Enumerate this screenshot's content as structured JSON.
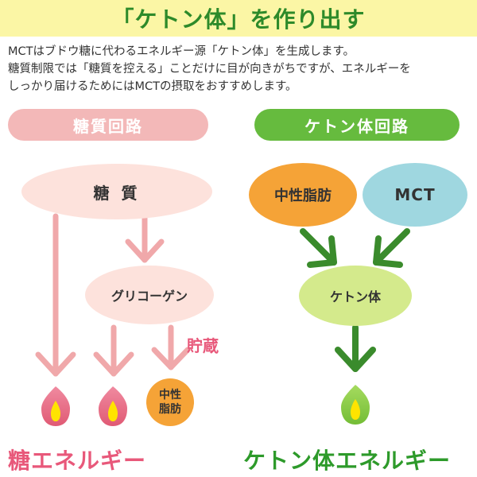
{
  "title": "「ケトン体」を作り出す",
  "intro_lines": [
    "MCTはブドウ糖に代わるエネルギー源「ケトン体」を生成します。",
    "糖質制限では「糖質を控える」ことだけに目が向きがちですが、エネルギーを",
    "しっかり届けるためにはMCTの摂取をおすすめします。"
  ],
  "left_circuit": {
    "header": "糖質回路",
    "sugar": "糖 質",
    "glycogen": "グリコーゲン",
    "storage": "貯蔵",
    "fat_line1": "中性",
    "fat_line2": "脂肪",
    "result": "糖エネルギー"
  },
  "right_circuit": {
    "header": "ケトン体回路",
    "fat": "中性脂肪",
    "mct": "MCT",
    "ketone": "ケトン体",
    "result": "ケトン体エネルギー"
  },
  "colors": {
    "title_bg": "#fbf6a5",
    "title_text": "#2d8a2a",
    "pink_header": "#f3b8b8",
    "pink_oval": "#fde2dc",
    "pink_text": "#e8587a",
    "pink_arrow": "#f0a8aa",
    "pink_flame": "#ea6f86",
    "green_header": "#66bb3e",
    "green_oval": "#d4ea8c",
    "green_text": "#2d9a2a",
    "green_arrow": "#3a8b2c",
    "green_flame": "#8fd04a",
    "orange_oval": "#f5a337",
    "blue_oval": "#9fd7e0",
    "flame_core": "#ffe400"
  }
}
